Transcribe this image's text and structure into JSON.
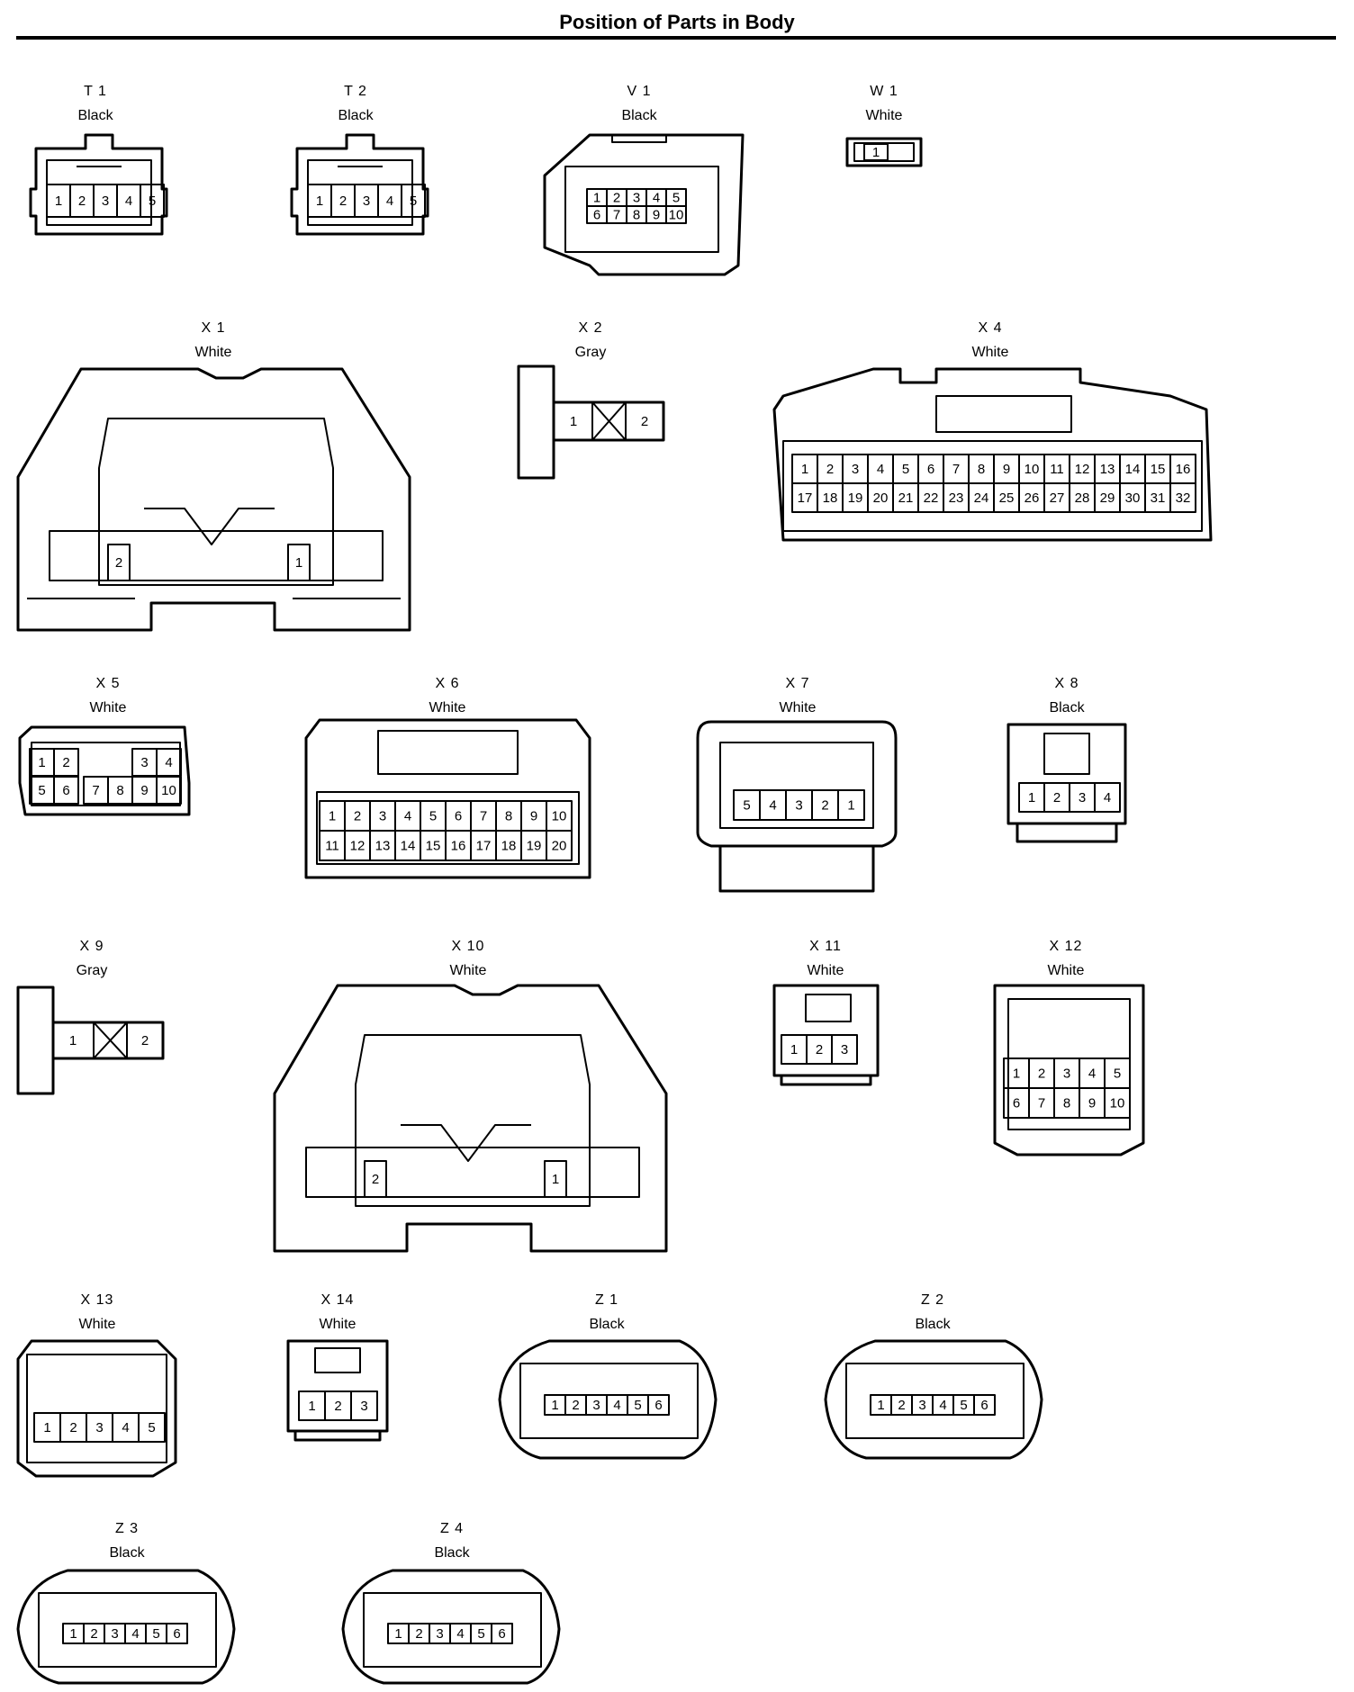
{
  "title": "Position of Parts in Body",
  "connectors": [
    {
      "id": "T1",
      "code": "T 1",
      "color": "Black",
      "pins": [
        "1",
        "2",
        "3",
        "4",
        "5"
      ]
    },
    {
      "id": "T2",
      "code": "T 2",
      "color": "Black",
      "pins": [
        "1",
        "2",
        "3",
        "4",
        "5"
      ]
    },
    {
      "id": "V1",
      "code": "V 1",
      "color": "Black",
      "pins": [
        "1",
        "2",
        "3",
        "4",
        "5",
        "6",
        "7",
        "8",
        "9",
        "10"
      ]
    },
    {
      "id": "W1",
      "code": "W 1",
      "color": "White",
      "pins": [
        "1"
      ]
    },
    {
      "id": "X1",
      "code": "X 1",
      "color": "White",
      "pins": [
        "2",
        "1"
      ]
    },
    {
      "id": "X2",
      "code": "X 2",
      "color": "Gray",
      "pins": [
        "1",
        "2"
      ]
    },
    {
      "id": "X4",
      "code": "X 4",
      "color": "White",
      "pins": [
        "1",
        "2",
        "3",
        "4",
        "5",
        "6",
        "7",
        "8",
        "9",
        "10",
        "11",
        "12",
        "13",
        "14",
        "15",
        "16",
        "17",
        "18",
        "19",
        "20",
        "21",
        "22",
        "23",
        "24",
        "25",
        "26",
        "27",
        "28",
        "29",
        "30",
        "31",
        "32"
      ]
    },
    {
      "id": "X5",
      "code": "X 5",
      "color": "White",
      "pins": [
        "1",
        "2",
        "3",
        "4",
        "5",
        "6",
        "7",
        "8",
        "9",
        "10"
      ]
    },
    {
      "id": "X6",
      "code": "X 6",
      "color": "White",
      "pins": [
        "1",
        "2",
        "3",
        "4",
        "5",
        "6",
        "7",
        "8",
        "9",
        "10",
        "11",
        "12",
        "13",
        "14",
        "15",
        "16",
        "17",
        "18",
        "19",
        "20"
      ]
    },
    {
      "id": "X7",
      "code": "X 7",
      "color": "White",
      "pins": [
        "5",
        "4",
        "3",
        "2",
        "1"
      ]
    },
    {
      "id": "X8",
      "code": "X 8",
      "color": "Black",
      "pins": [
        "1",
        "2",
        "3",
        "4"
      ]
    },
    {
      "id": "X9",
      "code": "X 9",
      "color": "Gray",
      "pins": [
        "1",
        "2"
      ]
    },
    {
      "id": "X10",
      "code": "X 10",
      "color": "White",
      "pins": [
        "2",
        "1"
      ]
    },
    {
      "id": "X11",
      "code": "X 11",
      "color": "White",
      "pins": [
        "1",
        "2",
        "3"
      ]
    },
    {
      "id": "X12",
      "code": "X 12",
      "color": "White",
      "pins": [
        "1",
        "2",
        "3",
        "4",
        "5",
        "6",
        "7",
        "8",
        "9",
        "10"
      ]
    },
    {
      "id": "X13",
      "code": "X 13",
      "color": "White",
      "pins": [
        "1",
        "2",
        "3",
        "4",
        "5"
      ]
    },
    {
      "id": "X14",
      "code": "X 14",
      "color": "White",
      "pins": [
        "1",
        "2",
        "3"
      ]
    },
    {
      "id": "Z1",
      "code": "Z 1",
      "color": "Black",
      "pins": [
        "1",
        "2",
        "3",
        "4",
        "5",
        "6"
      ]
    },
    {
      "id": "Z2",
      "code": "Z 2",
      "color": "Black",
      "pins": [
        "1",
        "2",
        "3",
        "4",
        "5",
        "6"
      ]
    },
    {
      "id": "Z3",
      "code": "Z 3",
      "color": "Black",
      "pins": [
        "1",
        "2",
        "3",
        "4",
        "5",
        "6"
      ]
    },
    {
      "id": "Z4",
      "code": "Z 4",
      "color": "Black",
      "pins": [
        "1",
        "2",
        "3",
        "4",
        "5",
        "6"
      ]
    }
  ]
}
